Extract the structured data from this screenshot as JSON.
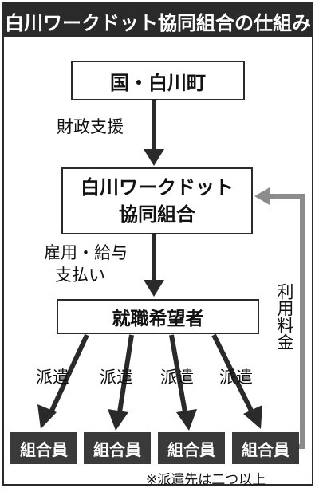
{
  "title": "白川ワークドット協同組合の仕組み",
  "nodes": {
    "government": "国・白川町",
    "cooperative_line1": "白川ワークドット",
    "cooperative_line2": "協同組合",
    "job_seekers": "就職希望者",
    "members": [
      "組合員",
      "組合員",
      "組合員",
      "組合員"
    ]
  },
  "edges": {
    "financial_support": "財政支援",
    "employment_line1": "雇用・給与",
    "employment_line2": "支払い",
    "dispatch": [
      "派遣",
      "派遣",
      "派遣",
      "派遣"
    ],
    "usage_fee": "利用料金"
  },
  "note": "※派遣先は二つ以上",
  "colors": {
    "dark": "#2a2a2a",
    "member_bg": "#3a3a3a",
    "return_arrow": "#8c8c8c"
  }
}
